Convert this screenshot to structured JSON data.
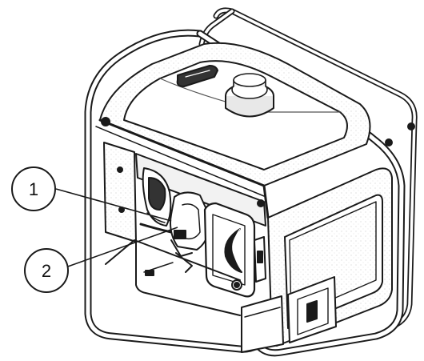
{
  "diagram": {
    "callouts": [
      {
        "number": "1"
      },
      {
        "number": "2"
      }
    ],
    "colors": {
      "line": "#1a1a1a",
      "shade": "#d9d9d9",
      "dark": "#333333",
      "background": "#ffffff"
    },
    "icons": [
      "generator-illustration",
      "fuel-cap-icon",
      "control-panel-icon",
      "air-filter-icon"
    ]
  }
}
